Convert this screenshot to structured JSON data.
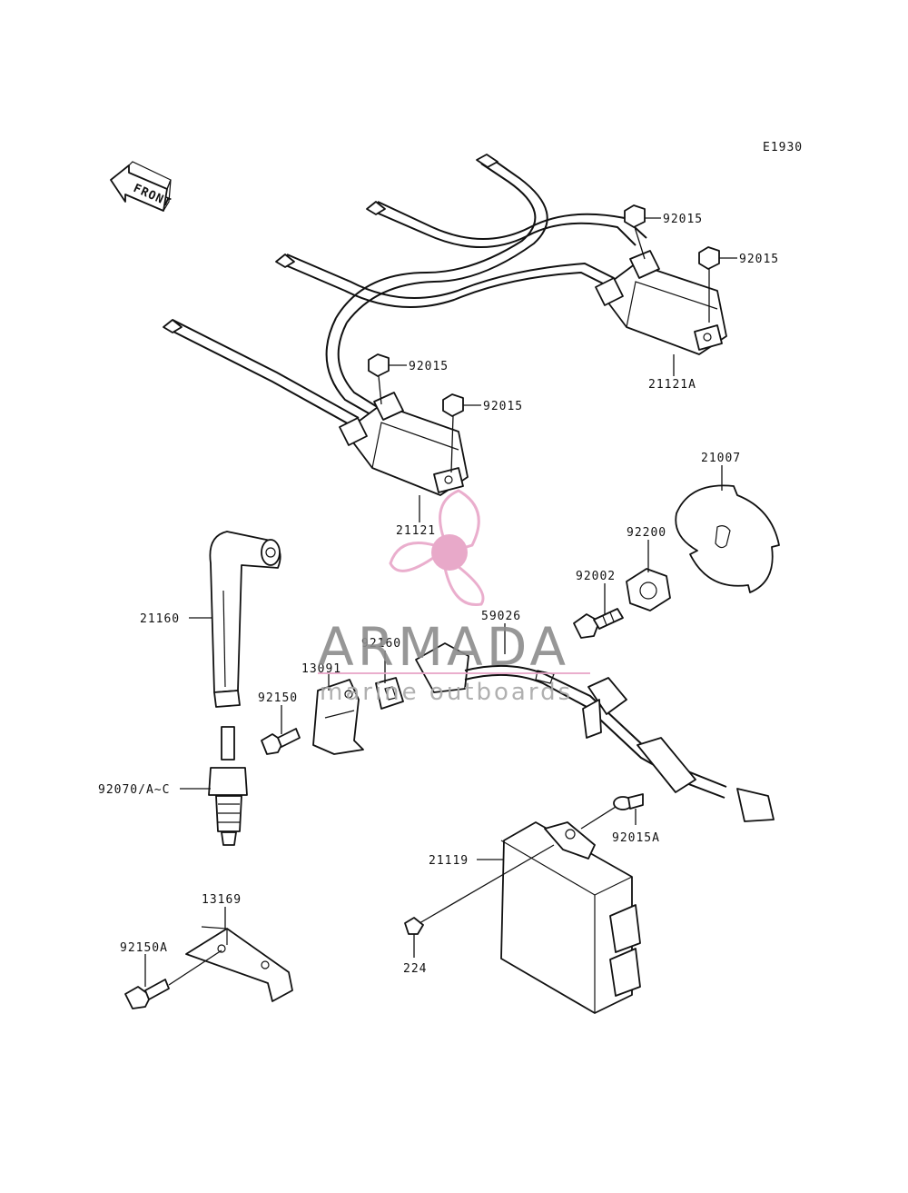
{
  "diagram_code": "E1930",
  "front_label": "FRONT",
  "watermark": {
    "brand": "ARMADA",
    "tagline": "marine outboards",
    "accent_color": "#e8a6c8",
    "hub_color": "#e6a0c4"
  },
  "labels": {
    "nut_a": "92015",
    "nut_b": "92015",
    "nut_c": "92015",
    "nut_d": "92015",
    "coil_rear": "21121A",
    "coil_front": "21121",
    "plate": "21007",
    "hex_nut": "92200",
    "bolt_92002": "92002",
    "cap": "21160",
    "harness": "59026",
    "pad": "92160",
    "bracket": "13091",
    "bolt_92150": "92150",
    "spark_plug": "92070/A~C",
    "cdi_unit": "21119",
    "collar": "92015A",
    "clamp": "13169",
    "bolt_92150a": "92150A",
    "screw_224": "224"
  }
}
